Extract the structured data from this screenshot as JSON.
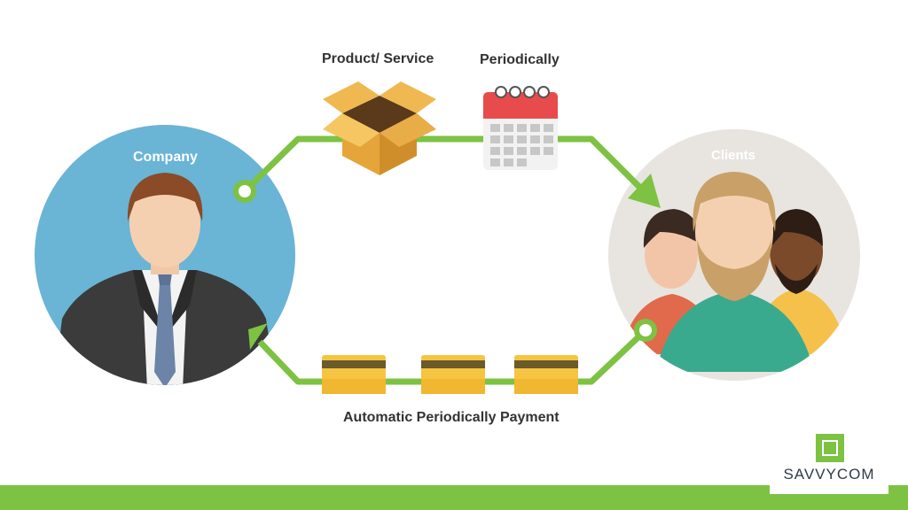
{
  "labels": {
    "product_service": "Product/ Service",
    "periodically": "Periodically",
    "company": "Company",
    "clients": "Clients",
    "payment": "Automatic Periodically Payment"
  },
  "logo": {
    "text": "SAVVYCOM"
  },
  "colors": {
    "accent_green": "#7dc242",
    "company_circle": "#6ab4d6",
    "clients_circle": "#e8e5e0",
    "card_gold": "#f5c542",
    "box_orange": "#e6a53a",
    "calendar_red": "#e84b4b"
  },
  "icons": [
    "company-person-icon",
    "clients-group-icon",
    "box-icon",
    "calendar-icon",
    "credit-card-icon"
  ]
}
